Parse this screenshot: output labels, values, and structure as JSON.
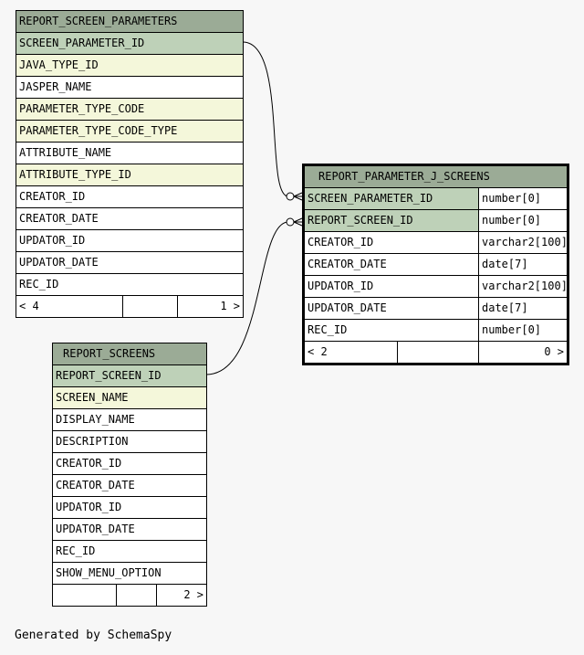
{
  "tables": {
    "report_screen_parameters": {
      "name": "REPORT_SCREEN_PARAMETERS",
      "columns": [
        {
          "name": "SCREEN_PARAMETER_ID",
          "kind": "pk"
        },
        {
          "name": "JAVA_TYPE_ID",
          "kind": "idx"
        },
        {
          "name": "JASPER_NAME",
          "kind": "plain"
        },
        {
          "name": "PARAMETER_TYPE_CODE",
          "kind": "idx"
        },
        {
          "name": "PARAMETER_TYPE_CODE_TYPE",
          "kind": "idx"
        },
        {
          "name": "ATTRIBUTE_NAME",
          "kind": "plain"
        },
        {
          "name": "ATTRIBUTE_TYPE_ID",
          "kind": "idx"
        },
        {
          "name": "CREATOR_ID",
          "kind": "plain"
        },
        {
          "name": "CREATOR_DATE",
          "kind": "plain"
        },
        {
          "name": "UPDATOR_ID",
          "kind": "plain"
        },
        {
          "name": "UPDATOR_DATE",
          "kind": "plain"
        },
        {
          "name": "REC_ID",
          "kind": "plain"
        }
      ],
      "footer": {
        "left": "< 4",
        "right": "1 >"
      }
    },
    "report_parameter_j_screens": {
      "name": "REPORT_PARAMETER_J_SCREENS",
      "columns": [
        {
          "name": "SCREEN_PARAMETER_ID",
          "type": "number[0]",
          "kind": "pk"
        },
        {
          "name": "REPORT_SCREEN_ID",
          "type": "number[0]",
          "kind": "pk"
        },
        {
          "name": "CREATOR_ID",
          "type": "varchar2[100]",
          "kind": "plain"
        },
        {
          "name": "CREATOR_DATE",
          "type": "date[7]",
          "kind": "plain"
        },
        {
          "name": "UPDATOR_ID",
          "type": "varchar2[100]",
          "kind": "plain"
        },
        {
          "name": "UPDATOR_DATE",
          "type": "date[7]",
          "kind": "plain"
        },
        {
          "name": "REC_ID",
          "type": "number[0]",
          "kind": "plain"
        }
      ],
      "footer": {
        "left": "< 2",
        "right": "0 >"
      }
    },
    "report_screens": {
      "name": "REPORT_SCREENS",
      "columns": [
        {
          "name": "REPORT_SCREEN_ID",
          "kind": "pk"
        },
        {
          "name": "SCREEN_NAME",
          "kind": "idx"
        },
        {
          "name": "DISPLAY_NAME",
          "kind": "plain"
        },
        {
          "name": "DESCRIPTION",
          "kind": "plain"
        },
        {
          "name": "CREATOR_ID",
          "kind": "plain"
        },
        {
          "name": "CREATOR_DATE",
          "kind": "plain"
        },
        {
          "name": "UPDATOR_ID",
          "kind": "plain"
        },
        {
          "name": "UPDATOR_DATE",
          "kind": "plain"
        },
        {
          "name": "REC_ID",
          "kind": "plain"
        },
        {
          "name": "SHOW_MENU_OPTION",
          "kind": "plain"
        }
      ],
      "footer": {
        "left": "",
        "right": "2 >"
      }
    }
  },
  "credit": "Generated by SchemaSpy",
  "colors": {
    "header_bg": "#9bab96",
    "primary_key_bg": "#bed1b8",
    "indexed_bg": "#f4f7da",
    "background": "#f7f7f7"
  }
}
